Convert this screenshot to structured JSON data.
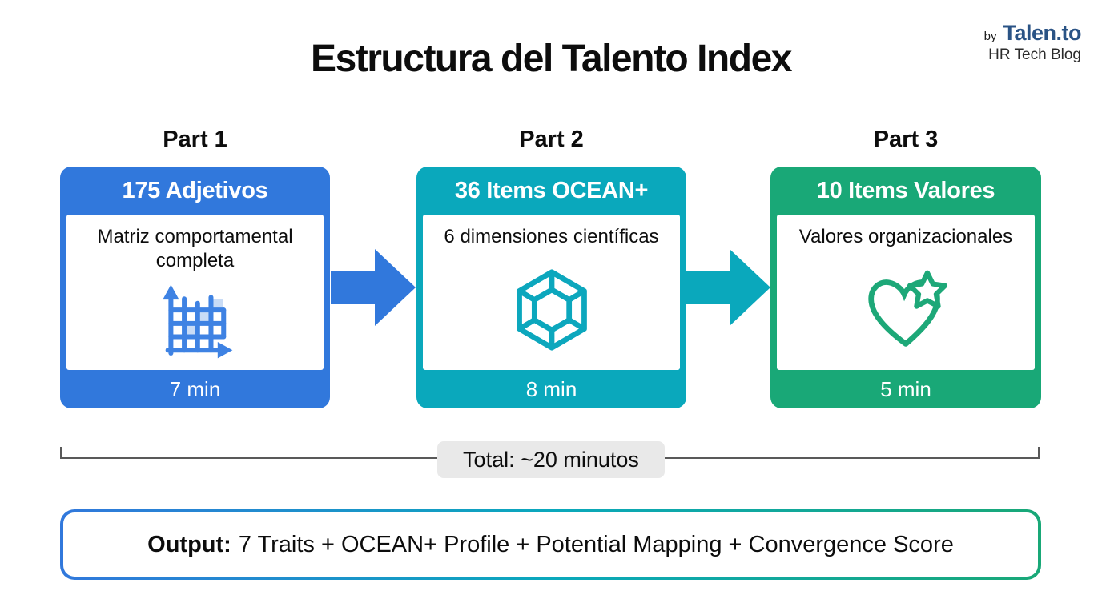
{
  "logo": {
    "by": "by",
    "brand": "Talen.to",
    "tagline": "HR Tech Blog",
    "brand_color": "#2A5385"
  },
  "title": "Estructura del Talento Index",
  "parts": [
    {
      "label": "Part 1",
      "header": "175 Adjetivos",
      "body": "Matriz comportamental completa",
      "icon": "matrix-chart-icon",
      "duration": "7 min",
      "color": "#3178DC"
    },
    {
      "label": "Part 2",
      "header": "36 Items OCEAN+",
      "body": "6 dimensiones científicas",
      "icon": "gem-hexagon-icon",
      "duration": "8 min",
      "color": "#0AA8BC"
    },
    {
      "label": "Part 3",
      "header": "10 Items Valores",
      "body": "Valores organizacionales",
      "icon": "heart-star-icon",
      "duration": "5 min",
      "color": "#19A877"
    }
  ],
  "arrows": [
    {
      "name": "arrow-part1-to-part2",
      "color": "#3178DC"
    },
    {
      "name": "arrow-part2-to-part3",
      "color": "#0AA8BC"
    }
  ],
  "total_badge": {
    "text": "Total: ~20 minutos",
    "background": "#E9E9E9"
  },
  "output": {
    "label": "Output:",
    "text": "7 Traits + OCEAN+ Profile + Potential Mapping + Convergence Score",
    "border_gradient": [
      "#3178DC",
      "#0AA8BC",
      "#19A877"
    ]
  }
}
